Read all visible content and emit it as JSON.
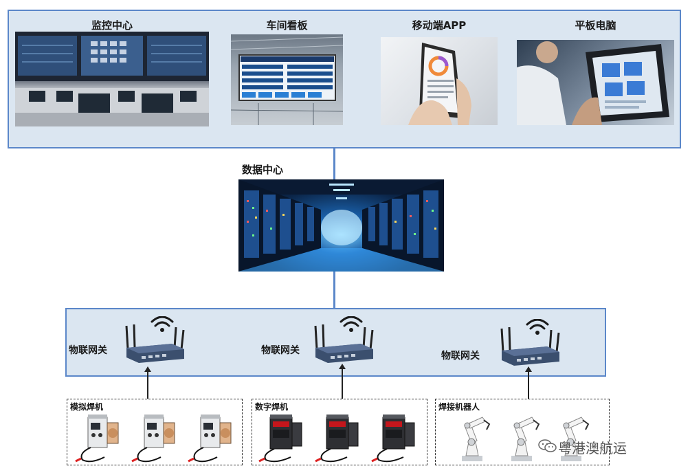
{
  "terminals": [
    {
      "label": "监控中心",
      "icon": "monitoring-center-photo"
    },
    {
      "label": "车间看板",
      "icon": "workshop-board-photo"
    },
    {
      "label": "移动端APP",
      "icon": "mobile-app-photo"
    },
    {
      "label": "平板电脑",
      "icon": "tablet-photo"
    }
  ],
  "data_center": {
    "label": "数据中心",
    "icon": "server-room-photo"
  },
  "gateways": [
    {
      "label": "物联网关",
      "icon": "iot-router-icon"
    },
    {
      "label": "物联网关",
      "icon": "iot-router-icon"
    },
    {
      "label": "物联网关",
      "icon": "iot-router-icon"
    }
  ],
  "device_groups": [
    {
      "label": "模拟焊机",
      "icon": "analog-welder-icon"
    },
    {
      "label": "数字焊机",
      "icon": "digital-welder-icon"
    },
    {
      "label": "焊接机器人",
      "icon": "welding-robot-icon"
    }
  ],
  "watermark": {
    "text": "粤港澳航运"
  },
  "colors": {
    "panel_fill": "#dbe6f1",
    "panel_border": "#5b87c9",
    "connector": "#5b87c9"
  }
}
